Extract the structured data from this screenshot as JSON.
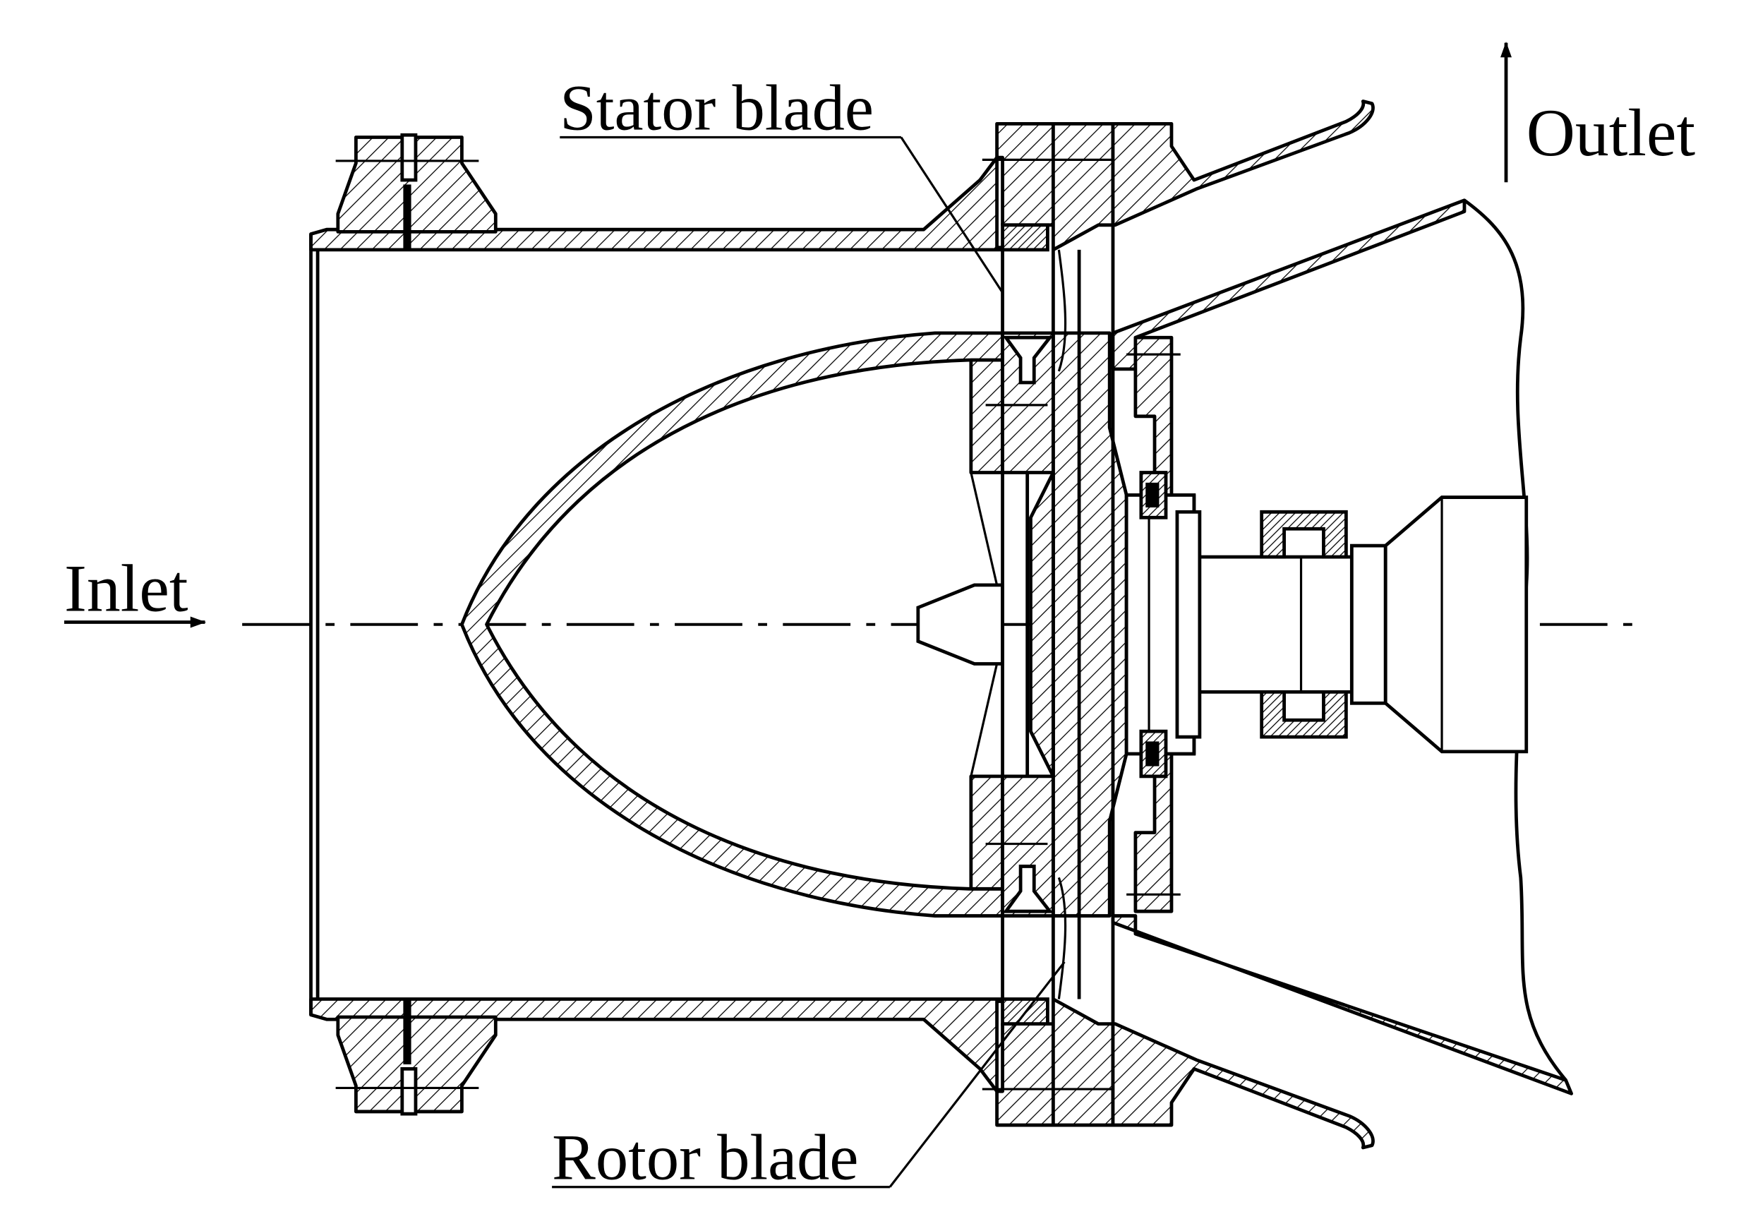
{
  "labels": {
    "stator_blade": "Stator blade",
    "rotor_blade": "Rotor blade",
    "inlet": "Inlet",
    "outlet": "Outlet"
  },
  "colors": {
    "line": "#000000",
    "background": "#ffffff"
  }
}
